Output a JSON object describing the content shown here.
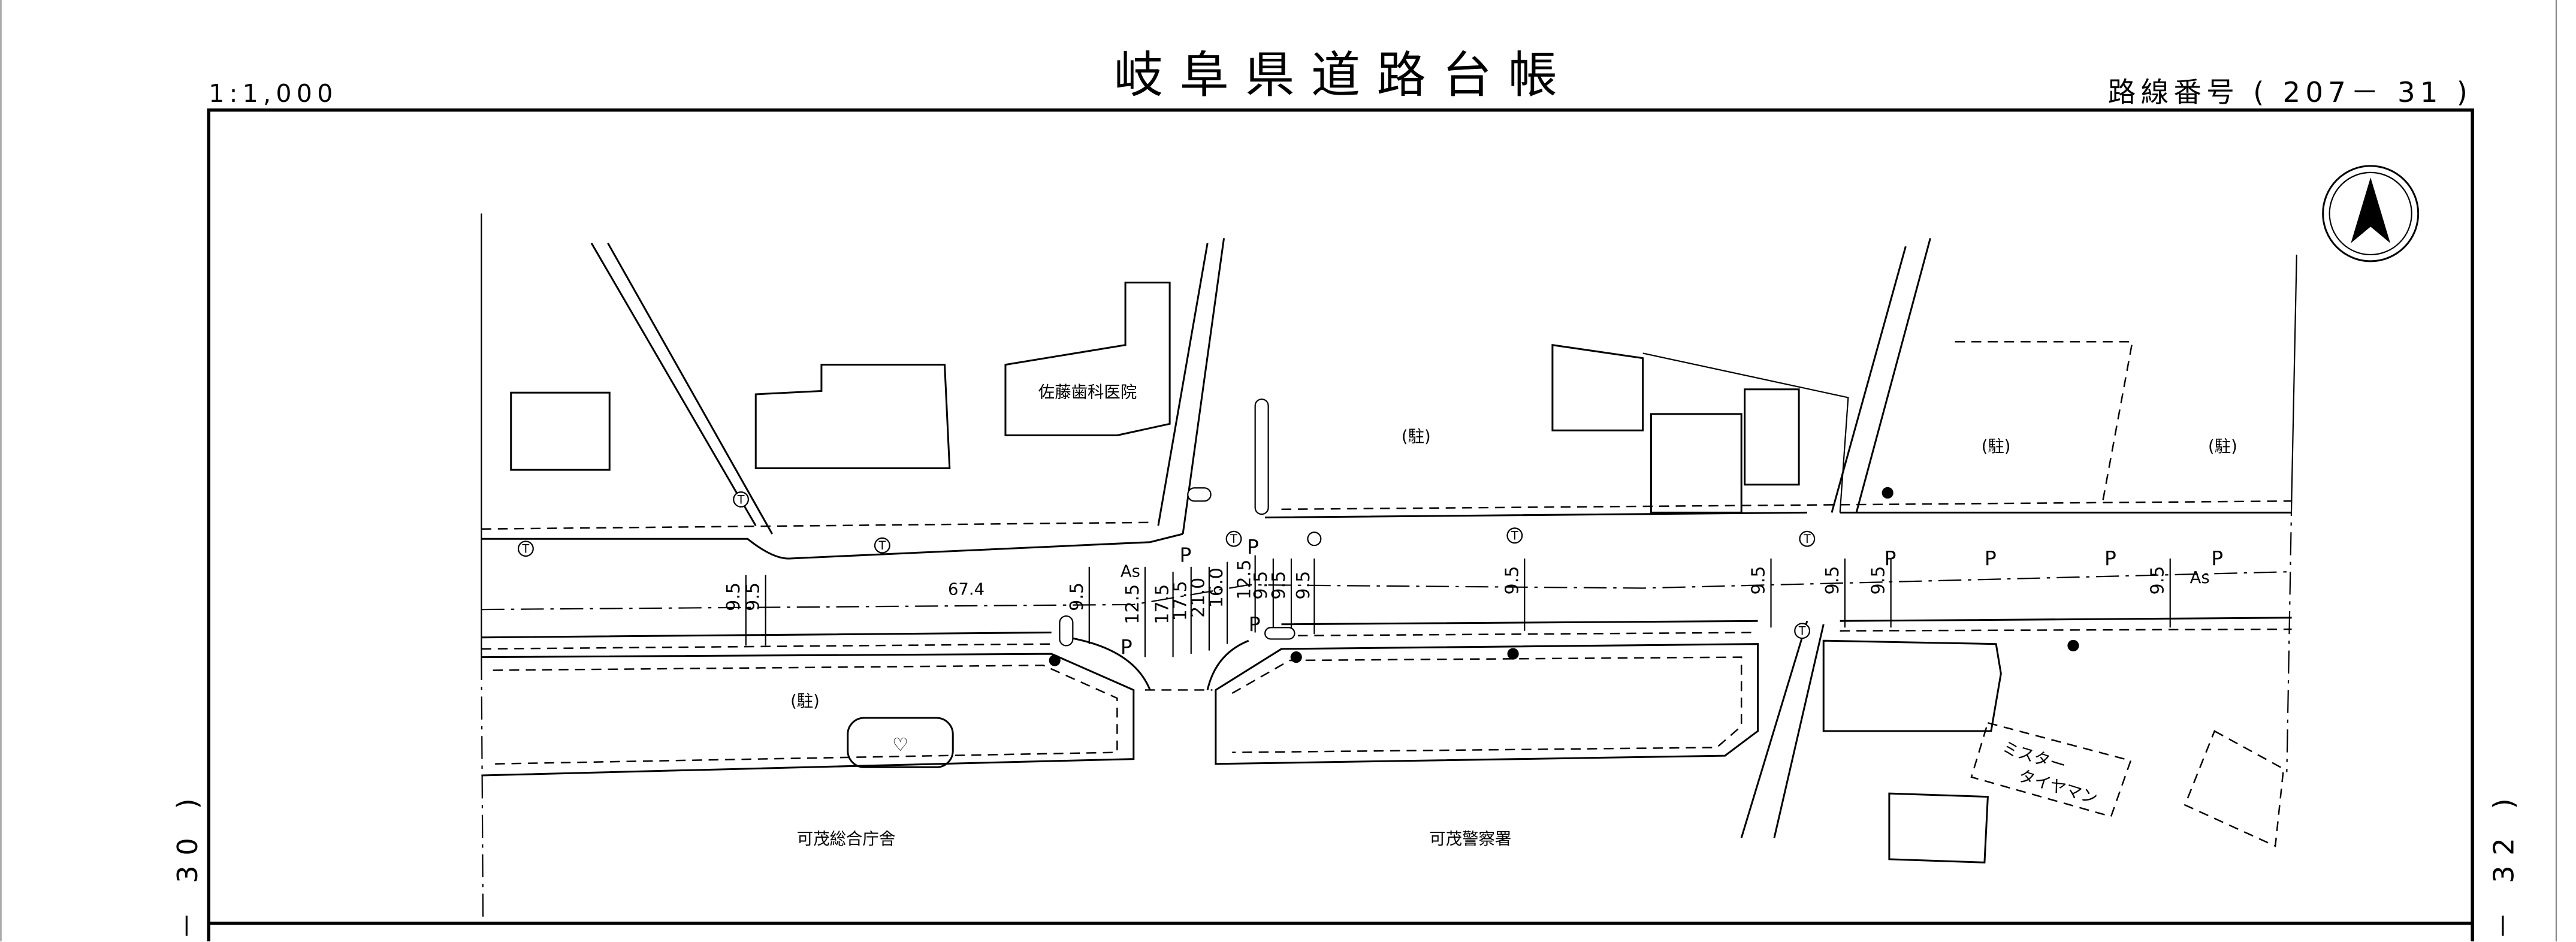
{
  "header": {
    "scale": "1:1,000",
    "title": "岐阜県道路台帳",
    "route_number": "路線番号 ( 207－ 31 )"
  },
  "sheet_marks": {
    "left": "－ 30 )",
    "right": "－ 32 )"
  },
  "map": {
    "north_arrow_icon": "north-arrow",
    "buildings": {
      "clinic": "佐藤歯科医院",
      "office": "可茂総合庁舎",
      "police": "可茂警察署",
      "tire_shop_line1": "ミスター",
      "tire_shop_line2": "タイヤマン"
    },
    "parking_label": "(駐)",
    "surface_label": "As",
    "parking_mark": "P",
    "section_length": "67.4",
    "widths": [
      "9.5",
      "9.5",
      "9.5",
      "12.5",
      "17.5",
      "17.5",
      "21.0",
      "16.0",
      "12.5",
      "9.5",
      "9.5",
      "9.5",
      "9.5",
      "9.5",
      "9.5",
      "9.5",
      "9.5"
    ],
    "symbol_T": "T"
  }
}
